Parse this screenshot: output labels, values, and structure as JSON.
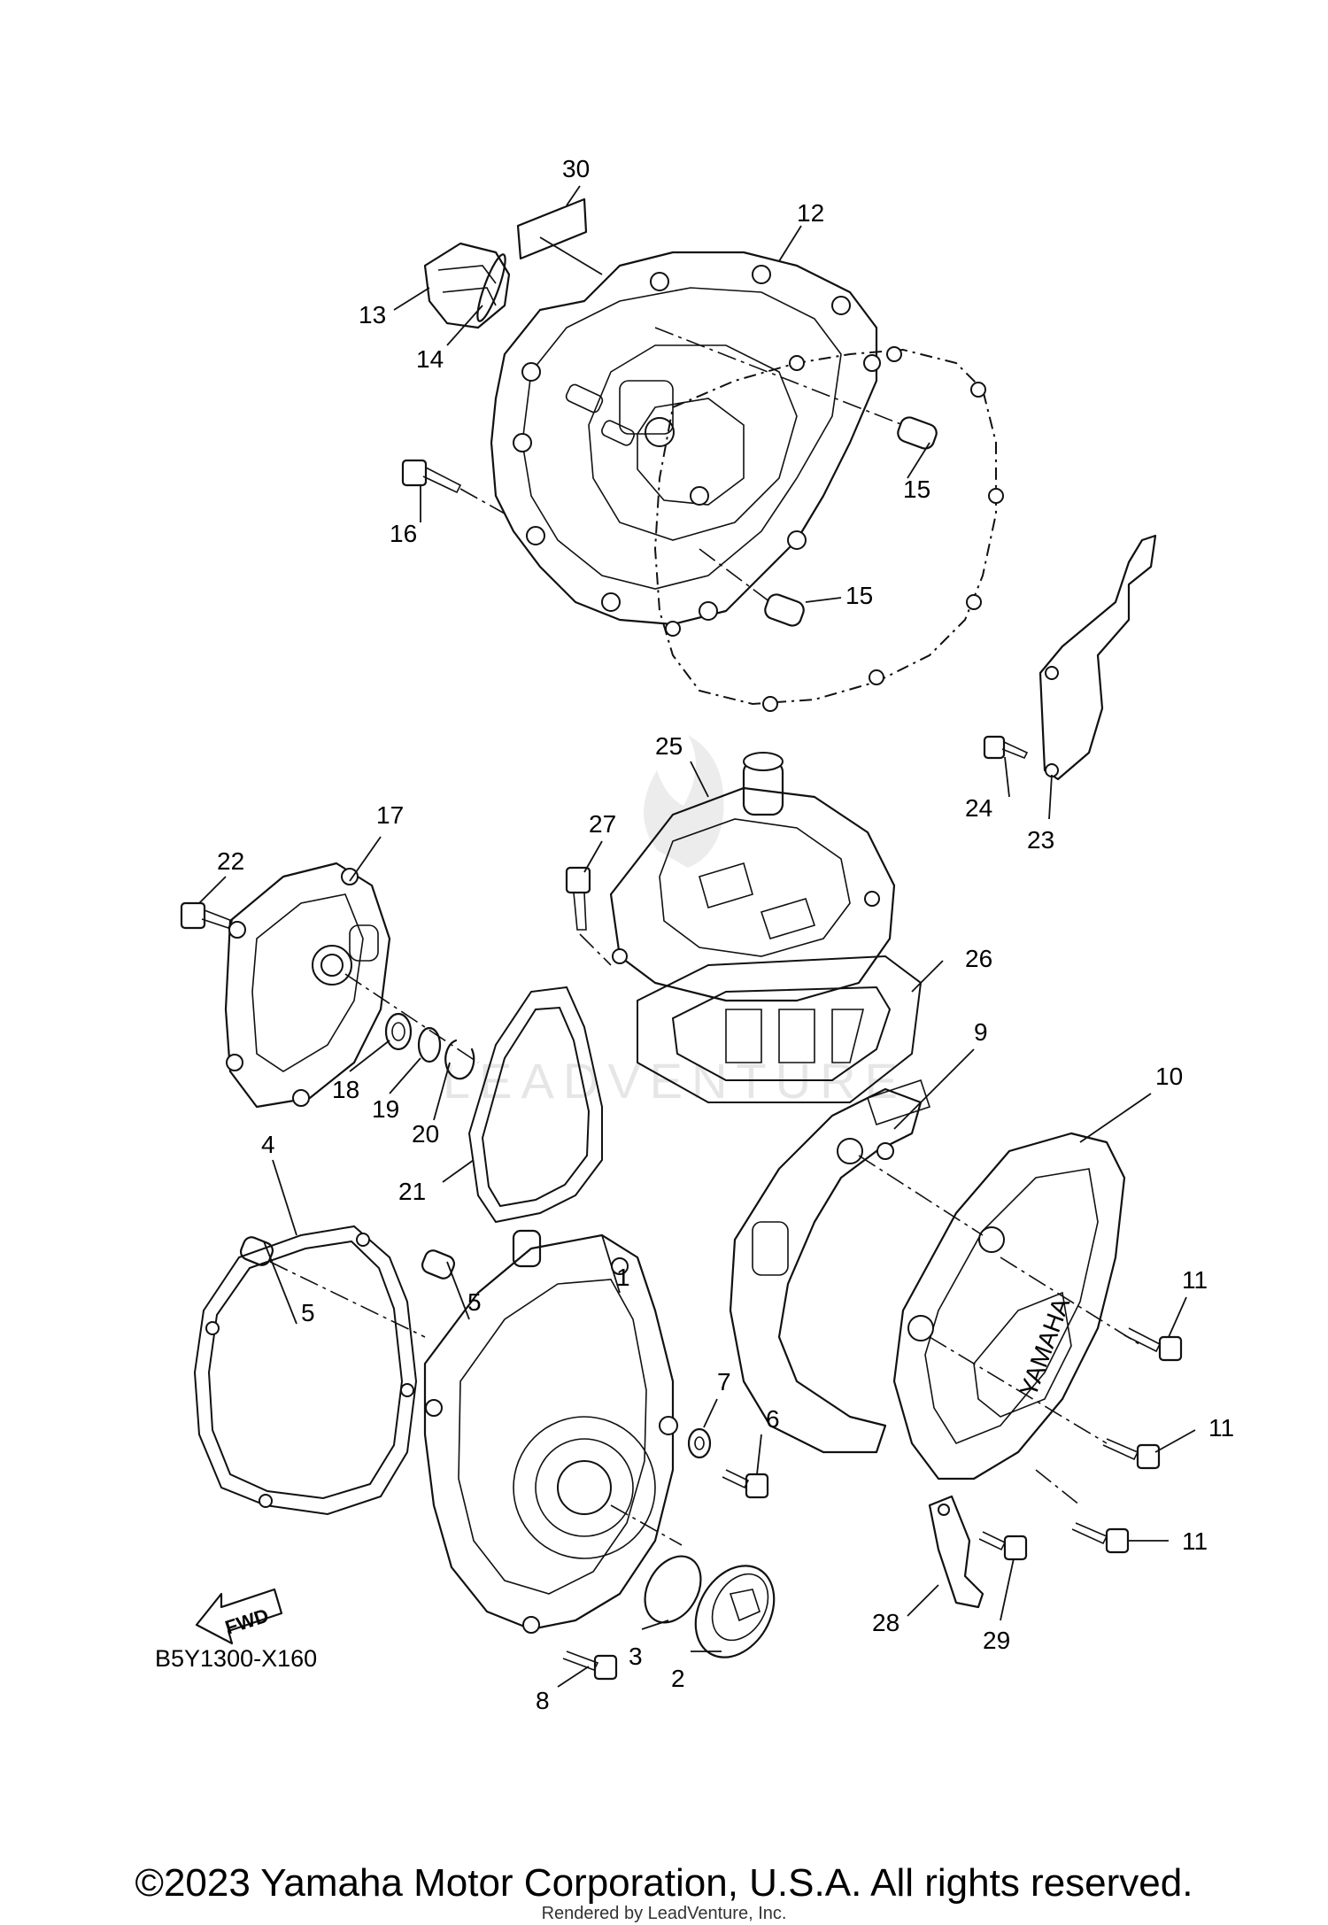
{
  "diagram": {
    "code": "B5Y1300-X160",
    "fwd_label": "FWD",
    "watermark": "LEADVENTURE",
    "brand_mark": "YAMAHA",
    "callouts": [
      {
        "label": "30",
        "part": "label-plate"
      },
      {
        "label": "12",
        "part": "crankcase-cover-gasket"
      },
      {
        "label": "13",
        "part": "oil-filler-plug"
      },
      {
        "label": "14",
        "part": "o-ring"
      },
      {
        "label": "15",
        "part": "dowel-pin"
      },
      {
        "label": "15",
        "part": "dowel-pin"
      },
      {
        "label": "16",
        "part": "bolt"
      },
      {
        "label": "25",
        "part": "breather-cover"
      },
      {
        "label": "27",
        "part": "bolt"
      },
      {
        "label": "26",
        "part": "breather-gasket"
      },
      {
        "label": "24",
        "part": "bolt"
      },
      {
        "label": "23",
        "part": "plate"
      },
      {
        "label": "17",
        "part": "oil-pump-cover"
      },
      {
        "label": "22",
        "part": "bolt"
      },
      {
        "label": "18",
        "part": "oil-seal"
      },
      {
        "label": "19",
        "part": "washer"
      },
      {
        "label": "20",
        "part": "circlip"
      },
      {
        "label": "21",
        "part": "gasket"
      },
      {
        "label": "9",
        "part": "cover-bracket"
      },
      {
        "label": "10",
        "part": "outer-cover"
      },
      {
        "label": "4",
        "part": "generator-cover-gasket"
      },
      {
        "label": "5",
        "part": "dowel-pin"
      },
      {
        "label": "5",
        "part": "dowel-pin"
      },
      {
        "label": "1",
        "part": "generator-cover"
      },
      {
        "label": "11",
        "part": "bolt"
      },
      {
        "label": "11",
        "part": "bolt"
      },
      {
        "label": "11",
        "part": "bolt"
      },
      {
        "label": "7",
        "part": "washer"
      },
      {
        "label": "6",
        "part": "bolt"
      },
      {
        "label": "3",
        "part": "o-ring"
      },
      {
        "label": "2",
        "part": "plug"
      },
      {
        "label": "28",
        "part": "bracket"
      },
      {
        "label": "29",
        "part": "bolt"
      },
      {
        "label": "8",
        "part": "bolt"
      }
    ]
  },
  "footer": {
    "copyright": "©2023 Yamaha Motor Corporation, U.S.A. All rights reserved.",
    "rendered_by": "Rendered by LeadVenture, Inc."
  }
}
